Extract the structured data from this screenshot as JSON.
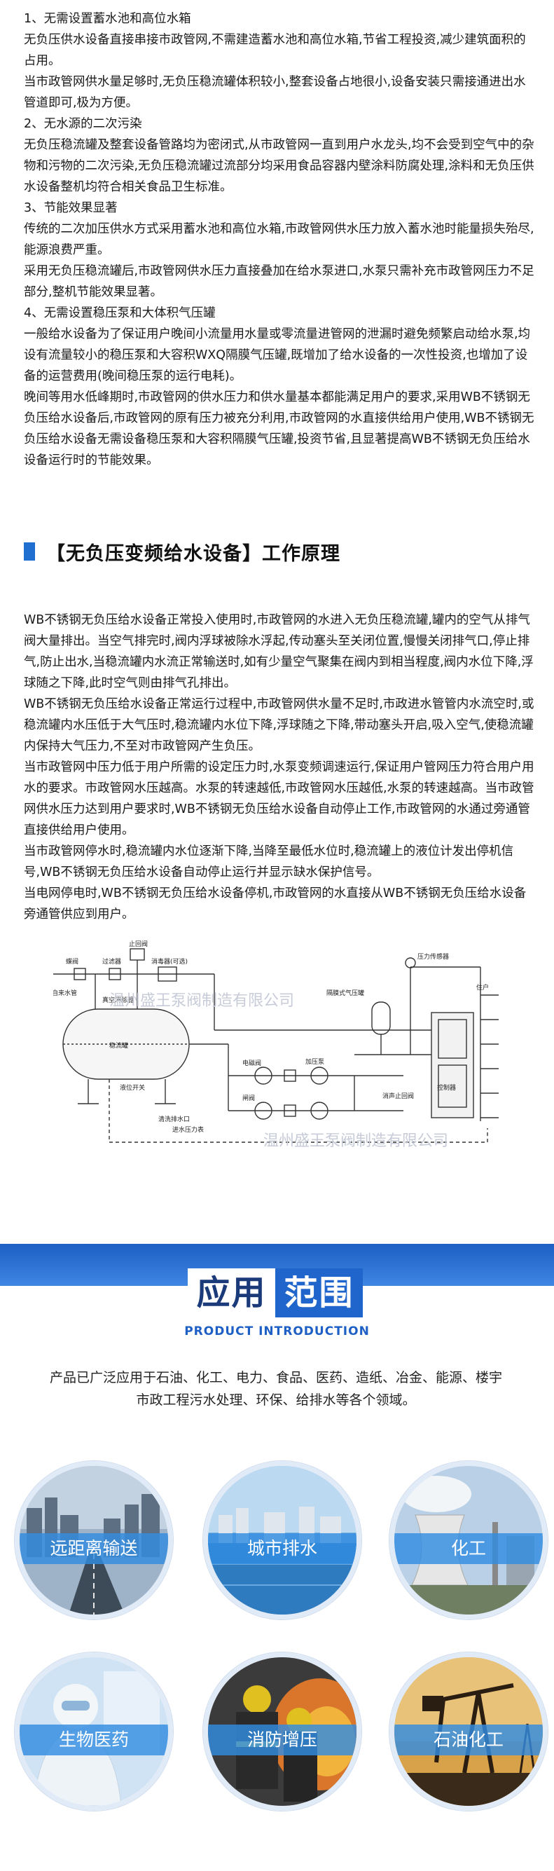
{
  "section1": {
    "h1": "1、无需设置蓄水池和高位水箱",
    "p1": "无负压供水设备直接串接市政管网,不需建造蓄水池和高位水箱,节省工程投资,减少建筑面积的占用。",
    "p2": "当市政管网供水量足够时,无负压稳流罐体积较小,整套设备占地很小,设备安装只需接通进出水管道即可,极为方便。",
    "h2": "2、无水源的二次污染",
    "p3": "无负压稳流罐及整套设备管路均为密闭式,从市政管网一直到用户水龙头,均不会受到空气中的杂物和污物的二次污染,无负压稳流罐过流部分均采用食品容器内壁涂料防腐处理,涂料和无负压供水设备整机均符合相关食品卫生标准。",
    "h3": "3、节能效果显著",
    "p4": "传统的二次加压供水方式采用蓄水池和高位水箱,市政管网供水压力放入蓄水池时能量损失殆尽,能源浪费严重。",
    "p5": "采用无负压稳流罐后,市政管网供水压力直接叠加在给水泵进口,水泵只需补充市政管网压力不足部分,整机节能效果显著。",
    "h4": "4、无需设置稳压泵和大体积气压罐",
    "p6": "一般给水设备为了保证用户晚间小流量用水量或零流量进管网的泄漏时避免频繁启动给水泵,均设有流量较小的稳压泵和大容积WXQ隔膜气压罐,既增加了给水设备的一次性投资,也增加了设备的运营费用(晚间稳压泵的运行电耗)。",
    "p7": "晚间等用水低峰期时,市政管网的供水压力和供水量基本都能满足用户的要求,采用WB不锈钢无负压给水设备后,市政管网的原有压力被充分利用,市政管网的水直接供给用户使用,WB不锈钢无负压给水设备无需设备稳压泵和大容积隔膜气压罐,投资节省,且显著提高WB不锈钢无负压给水设备运行时的节能效果。"
  },
  "heading": "【无负压变频给水设备】工作原理",
  "section2": {
    "p1": "WB不锈钢无负压给水设备正常投入使用时,市政管网的水进入无负压稳流罐,罐内的空气从排气阀大量排出。当空气排完时,阀内浮球被除水浮起,传动塞头至关闭位置,慢慢关闭排气口,停止排气,防止出水,当稳流罐内水流正常输送时,如有少量空气聚集在阀内到相当程度,阀内水位下降,浮球随之下降,此时空气则由排气孔排出。",
    "p2": "WB不锈钢无负压给水设备正常运行过程中,市政管网供水量不足时,市政进水管管内水流空时,或稳流罐内水压低于大气压时,稳流罐内水位下降,浮球随之下降,带动塞头开启,吸入空气,使稳流罐内保持大气压力,不至对市政管网产生负压。",
    "p3": "当市政管网中压力低于用户所需的设定压力时,水泵变频调速运行,保证用户管网压力符合用户用水的要求。市政管网水压越高。水泵的转速越低,市政管网水压越低,水泵的转速越高。当市政管网供水压力达到用户要求时,WB不锈钢无负压给水设备自动停止工作,市政管网的水通过旁通管直接供给用户使用。",
    "p4": "当市政管网停水时,稳流罐内水位逐渐下降,当降至最低水位时,稳流罐上的液位计发出停机信号,WB不锈钢无负压给水设备自动停止运行并显示缺水保护信号。",
    "p5": "当电网停电时,WB不锈钢无负压给水设备停机,市政管网的水直接从WB不锈钢无负压给水设备旁通管供应到用户。"
  },
  "diagram": {
    "watermark1": "温州盛王泵阀制造有限公司",
    "watermark2": "温州盛王泵阀制造有限公司",
    "labels": {
      "stop_valve": "止回阀",
      "flange": "蝶阀",
      "filter": "过滤器",
      "silencer": "消毒器(可选)",
      "inlet": "自来水管",
      "vacuum": "真空消除器",
      "diaphragm": "隔膜式气压罐",
      "pressure_sensor": "压力传感器",
      "level": "液位开关",
      "tank": "稳流罐",
      "pump": "加压泵",
      "cleanout": "清洗排水口",
      "inlet_pressure": "进水压力表",
      "motor_valve": "电磁阀",
      "check_valve": "闸阀",
      "bypass_check": "消声止回阀",
      "controller": "控制器",
      "users": "住户"
    }
  },
  "application": {
    "title_part1": "应用",
    "title_part2": "范围",
    "subtitle": "PRODUCT INTRODUCTION",
    "desc_line1": "产品已广泛应用于石油、化工、电力、食品、医药、造纸、冶金、能源、楼宇",
    "desc_line2": "市政工程污水处理、环保、给排水等各个领域。",
    "items": [
      {
        "label": "远距离输送",
        "scene": "city-road"
      },
      {
        "label": "城市排水",
        "scene": "waterfront"
      },
      {
        "label": "化工",
        "scene": "cooling-tower"
      },
      {
        "label": "生物医药",
        "scene": "lab-worker"
      },
      {
        "label": "消防增压",
        "scene": "firefighters"
      },
      {
        "label": "石油化工",
        "scene": "oil-pump"
      }
    ]
  }
}
